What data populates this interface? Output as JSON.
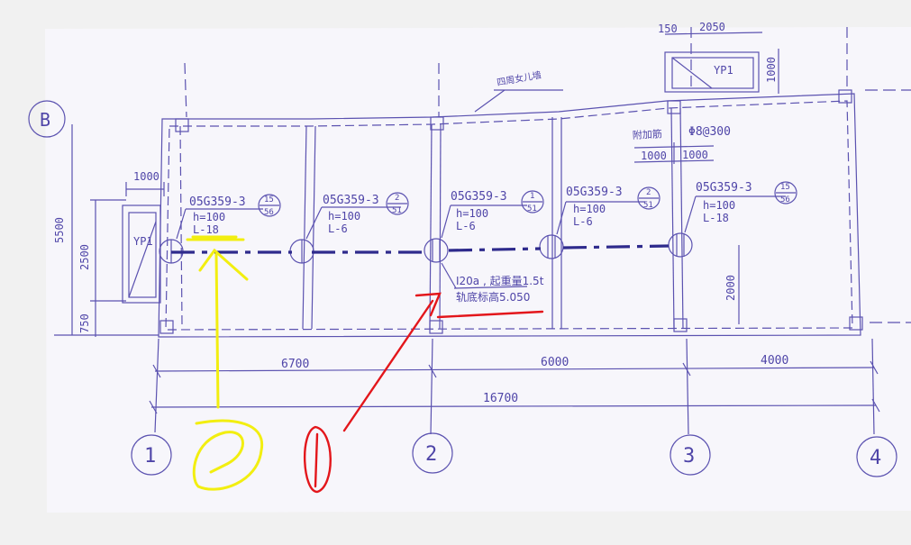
{
  "drawing": {
    "parapet_note": "四周女儿墙",
    "extra_rebar": "附加筋",
    "extra_rebar_spec": "Φ8@300",
    "top_dims": [
      "150",
      "2050"
    ],
    "yp1_right": "YP1",
    "yp1_left": "YP1",
    "right_1000": "1000",
    "rebar_dims": [
      "1000",
      "1000"
    ],
    "left_1000": "1000",
    "left_dims": [
      "5500",
      "2500",
      "750"
    ],
    "right_2000": "2000",
    "crane_beam": "I20a , 起重量1.5t",
    "rail_elev": "轨底标高5.050",
    "spans": [
      "6700",
      "6000",
      "4000"
    ],
    "total": "16700",
    "axes": [
      "1",
      "2",
      "3",
      "4"
    ],
    "axis_b": "B",
    "beams": [
      {
        "ref": "05G359-3",
        "num": "15",
        "den": "56",
        "h": "h=100",
        "l": "L-18"
      },
      {
        "ref": "05G359-3",
        "num": "2",
        "den": "51",
        "h": "h=100",
        "l": "L-6"
      },
      {
        "ref": "05G359-3",
        "num": "1",
        "den": "51",
        "h": "h=100",
        "l": "L-6"
      },
      {
        "ref": "05G359-3",
        "num": "2",
        "den": "51",
        "h": "h=100",
        "l": "L-6"
      },
      {
        "ref": "05G359-3",
        "num": "15",
        "den": "56",
        "h": "h=100",
        "l": "L-18"
      }
    ]
  },
  "colors": {
    "paper": "#f7f6fb",
    "ink": "#4f45a8",
    "rail": "#2e2a8c",
    "yellow": "#f2ee10",
    "red": "#e3161b"
  }
}
